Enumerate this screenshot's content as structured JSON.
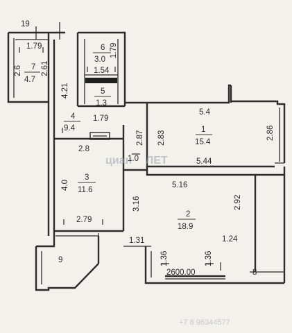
{
  "rooms": [
    {
      "id": "1",
      "area": "15.4"
    },
    {
      "id": "2",
      "area": "18.9"
    },
    {
      "id": "3",
      "area": "11.6"
    },
    {
      "id": "4",
      "area": "9.4"
    },
    {
      "id": "5",
      "area": "1.3"
    },
    {
      "id": "6",
      "area": "3.0"
    },
    {
      "id": "7",
      "area": "4.7"
    }
  ],
  "labels": {
    "room8": "8",
    "room9": "9",
    "room19": "19"
  },
  "dimensions": {
    "d_1_79_top": "1.79",
    "d_2_6": "2.6",
    "d_2_61": "2.61",
    "d_1_79_r6": "1.79",
    "d_1_54": "1.54",
    "d_4_21": "4.21",
    "d_1_79_mid": "1.79",
    "d_5_4": "5.4",
    "d_2_86": "2.86",
    "d_2_87": "2.87",
    "d_2_83": "2.83",
    "d_5_44": "5.44",
    "d_2_8": "2.8",
    "d_1_0": "1.0",
    "d_4_0": "4.0",
    "d_5_16": "5.16",
    "d_3_16": "3.16",
    "d_2_92": "2.92",
    "d_2_79": "2.79",
    "d_1_31": "1.31",
    "d_1_24": "1.24",
    "d_1_36_left": "1.36",
    "d_1_36_right": "1.36",
    "d_2600": "2600.00"
  },
  "watermark": {
    "main": "циан",
    "sub": "ЛЕТ",
    "phone": "+7 8 96344577"
  }
}
